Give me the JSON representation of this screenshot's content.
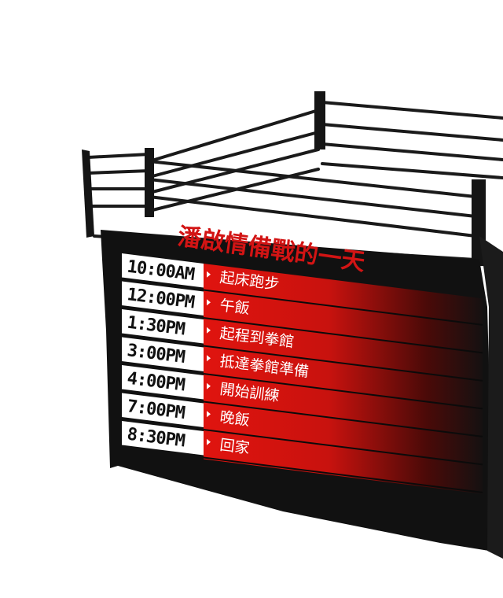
{
  "title": "潘啟情備戰的一天",
  "colors": {
    "title": "#d21414",
    "board": "#111111",
    "red": "#e0140f",
    "time_bg": "#ffffff"
  },
  "schedule": [
    {
      "time": "10:00AM",
      "activity": "起床跑步"
    },
    {
      "time": "12:00PM",
      "activity": "午飯"
    },
    {
      "time": "1:30PM",
      "activity": "起程到拳館"
    },
    {
      "time": "3:00PM",
      "activity": "抵達拳館準備"
    },
    {
      "time": "4:00PM",
      "activity": "開始訓練"
    },
    {
      "time": "7:00PM",
      "activity": "晚飯"
    },
    {
      "time": "8:30PM",
      "activity": "回家"
    }
  ]
}
